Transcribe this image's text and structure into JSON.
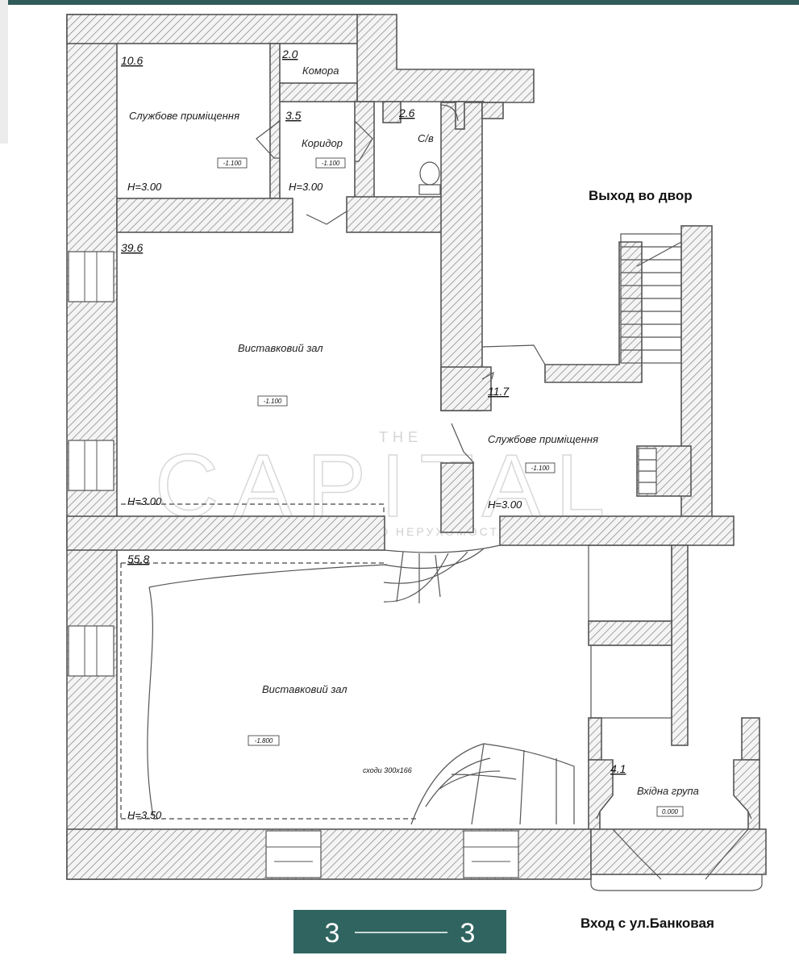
{
  "plan": {
    "rooms": [
      {
        "key": "room1",
        "area": "10.6",
        "name": "Службове приміщення",
        "height": "H=3.00",
        "level": "-1.100"
      },
      {
        "key": "room2",
        "area": "2.0",
        "name": "Комора"
      },
      {
        "key": "room3",
        "area": "3.5",
        "name": "Коридор",
        "height": "H=3.00",
        "level": "-1.100"
      },
      {
        "key": "room4",
        "area": "2.6",
        "name": "С/в"
      },
      {
        "key": "room5",
        "area": "39.6",
        "name": "Виставковий зал",
        "height": "H=3.00",
        "level": "-1.100"
      },
      {
        "key": "room6",
        "area": "11.7",
        "name": "Службове приміщення",
        "height": "H=3.00",
        "level": "-1.100"
      },
      {
        "key": "room7",
        "area": "55.8",
        "name": "Виставковий зал",
        "height": "H=3.50",
        "level": "-1.800"
      },
      {
        "key": "room8",
        "area": "4.1",
        "name": "Вхідна група",
        "level": "0.000"
      }
    ],
    "stair_note": "сходи 300х166",
    "annotations": {
      "courtyard_exit": "Выход во двор",
      "street_entrance": "Вход с ул.Банковая"
    },
    "watermark": {
      "top": "THE",
      "main": "CAPITAL",
      "sub": "АГЕНТСТВО НЕРУХОМОСТІ"
    }
  },
  "pager": {
    "left": "3",
    "right": "3"
  },
  "colors": {
    "accent_bar": "#2f6460",
    "top_border": "#2f5c59",
    "wall_stroke": "#555555"
  }
}
